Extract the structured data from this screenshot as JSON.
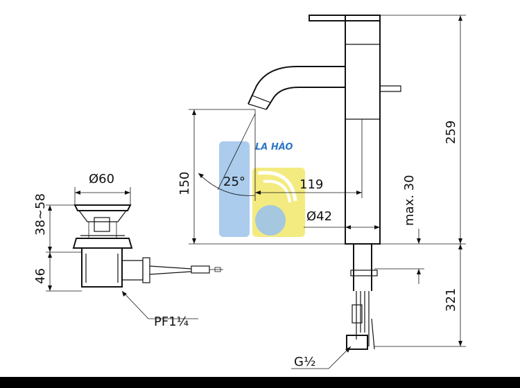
{
  "watermark": {
    "text": "LA HÀO",
    "colors": {
      "blue": "#9cc3ea",
      "yellow": "#f2e86a",
      "text": "#2f78c8"
    }
  },
  "dimensions": {
    "drain_diameter": "Ø60",
    "drain_height_range": "38~58",
    "drain_lower_height": "46",
    "drain_thread": "PF1¼",
    "spout_height": "150",
    "spout_angle": "25°",
    "spout_reach": "119",
    "body_diameter": "Ø42",
    "total_height": "259",
    "max_deck_thickness": "max. 30",
    "hose_length": "321",
    "hose_thread": "G½"
  },
  "footer_bar_color": "#000000"
}
